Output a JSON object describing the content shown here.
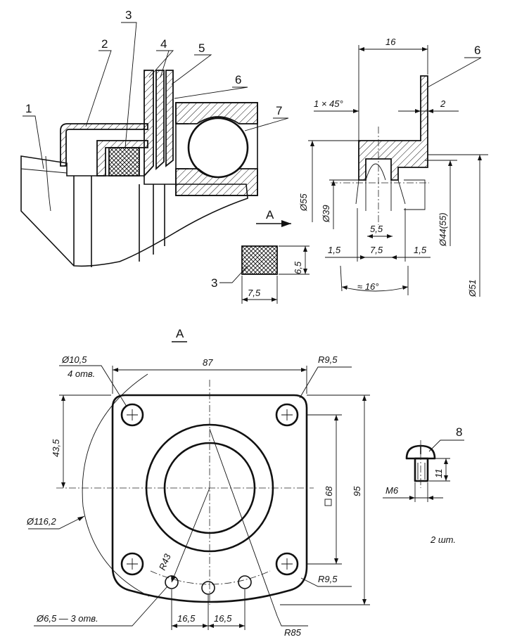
{
  "parts": {
    "p1": "1",
    "p2": "2",
    "p3": "3",
    "p4": "4",
    "p5": "5",
    "p6": "6",
    "p7": "7",
    "p3b": "3",
    "p6b": "6",
    "p8": "8"
  },
  "view_arrow": "A",
  "view_title": "A",
  "seal_dims": {
    "w": "7,5",
    "h": "6,5"
  },
  "profile_dims": {
    "w16": "16",
    "chamfer": "1 × 45°",
    "t2": "2",
    "d55": "Ø55",
    "d39": "Ø39",
    "d44": "Ø44(55)",
    "d51": "Ø51",
    "g55": "5,5",
    "g75": "7,5",
    "s15a": "1,5",
    "s15b": "1,5",
    "angle": "≈ 16°"
  },
  "flange_dims": {
    "hole_d": "Ø10,5",
    "hole_n": "4 отв.",
    "width": "87",
    "r95a": "R9,5",
    "r95b": "R9,5",
    "h435": "43,5",
    "sq68": "68",
    "h95": "95",
    "d1162": "Ø116,2",
    "r43": "R43",
    "small_holes": "Ø6,5 — 3 отв.",
    "p165a": "16,5",
    "p165b": "16,5",
    "r85": "R85"
  },
  "screw": {
    "thread": "M6",
    "length": "11",
    "qty": "2 шт."
  }
}
